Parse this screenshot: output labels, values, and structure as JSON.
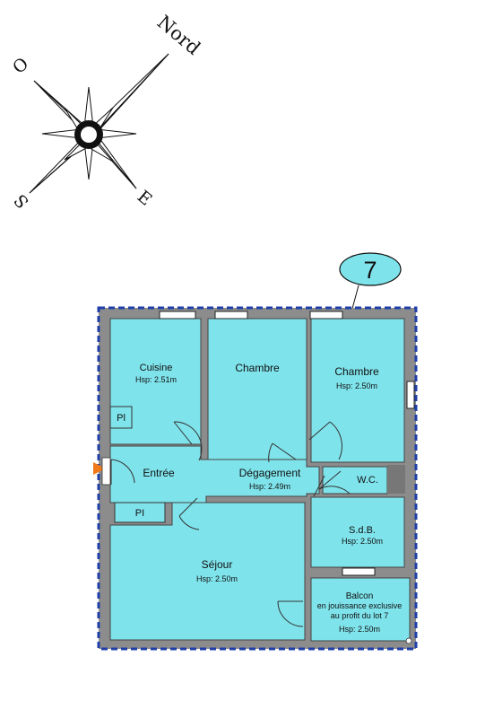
{
  "compass": {
    "north": "Nord",
    "west": "O",
    "south": "S",
    "east": "E"
  },
  "lot_badge": "7",
  "rooms": {
    "cuisine": {
      "name": "Cuisine",
      "hsp": "Hsp: 2.51m"
    },
    "chambre1": {
      "name": "Chambre"
    },
    "chambre2": {
      "name": "Chambre",
      "hsp": "Hsp: 2.50m"
    },
    "entree": {
      "name": "Entrée"
    },
    "degagement": {
      "name": "Dégagement",
      "hsp": "Hsp: 2.49m"
    },
    "wc": {
      "name": "W.C."
    },
    "sdb": {
      "name": "S.d.B.",
      "hsp": "Hsp: 2.50m"
    },
    "sejour": {
      "name": "Séjour",
      "hsp": "Hsp: 2.50m"
    },
    "balcon": {
      "line1": "Balcon",
      "line2": "en jouissance exclusive",
      "line3": "au profit du lot 7",
      "hsp": "Hsp: 2.50m"
    }
  },
  "closets": {
    "pl1": "Pl",
    "pl2": "PI"
  },
  "colors": {
    "room_fill": "#7fe3eb",
    "wall": "#8c8c8c",
    "outline_dash": "#1f3fa8",
    "entry_arrow": "#f07a1a"
  }
}
